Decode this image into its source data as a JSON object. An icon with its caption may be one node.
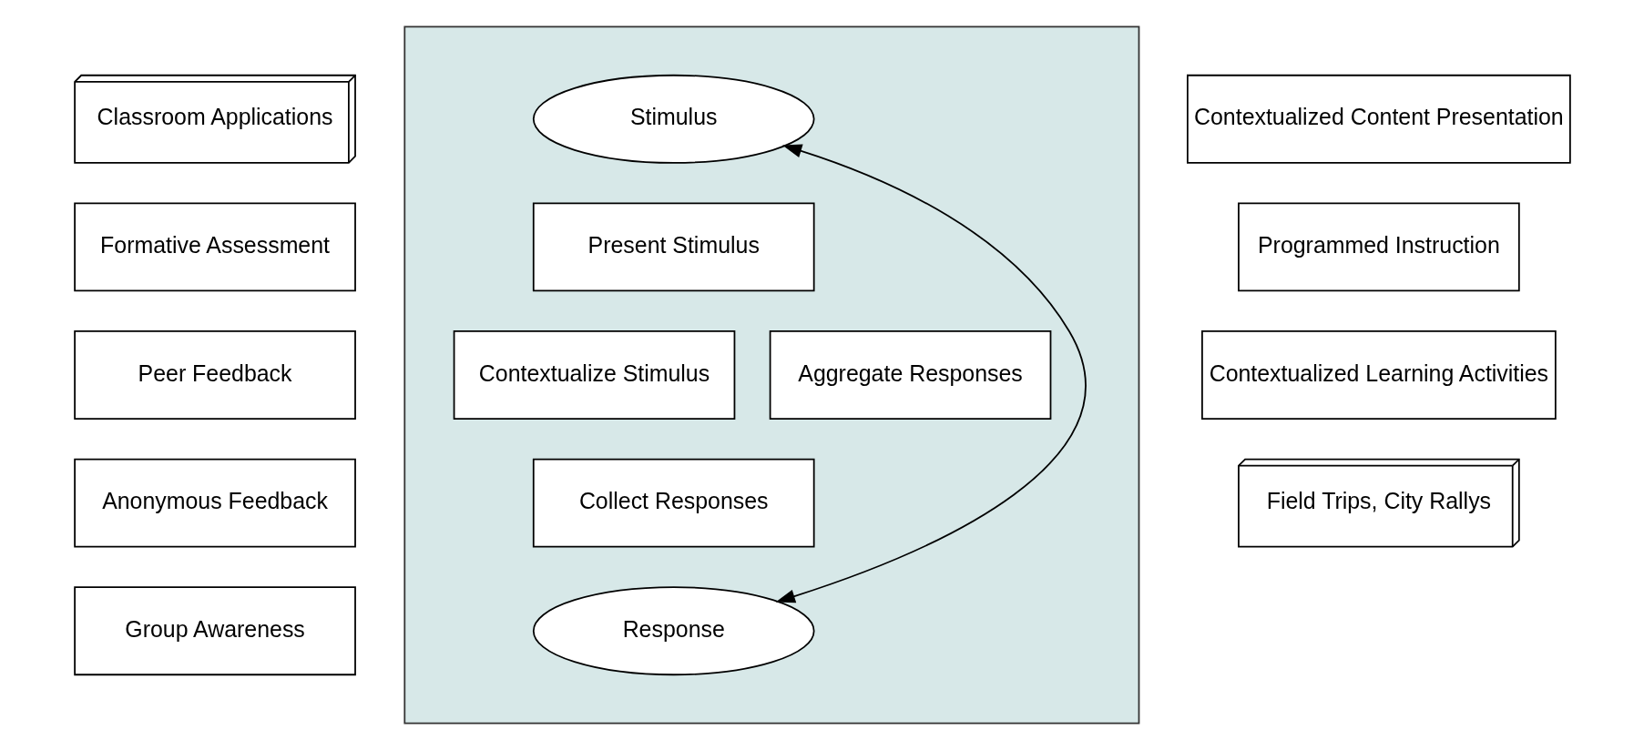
{
  "diagram": {
    "nodes": [
      {
        "text": [
          "Classroom Applications"
        ]
      },
      {
        "text": [
          "Formative Assessment"
        ]
      },
      {
        "text": [
          "Peer Feedback"
        ]
      },
      {
        "text": [
          "Anonymous Feedback"
        ]
      },
      {
        "text": [
          "Group Awareness"
        ]
      },
      {
        "text": [],
        "shape": "box"
      },
      {
        "text": [
          "Stimulus"
        ],
        "in": 5
      },
      {
        "text": [
          "Present Stimulus"
        ],
        "in": 5
      },
      {
        "text": [
          "Contextualize Stimulus"
        ],
        "in": 5
      },
      {
        "text": [
          "Aggregate Responses"
        ],
        "in": 5
      },
      {
        "text": [
          "Collect Responses"
        ],
        "in": 5
      },
      {
        "text": [
          "Response"
        ],
        "in": 5
      },
      {
        "text": [
          "Contextualized Content Presentation"
        ]
      },
      {
        "text": [
          "Programmed Instruction"
        ]
      },
      {
        "text": [
          "Contextualized Learning Activities"
        ]
      },
      {
        "text": [
          "Field Trips, City Rallys"
        ]
      }
    ],
    "edges": [
      {
        "from": 6,
        "to": 11,
        "arrow": "both"
      }
    ]
  }
}
